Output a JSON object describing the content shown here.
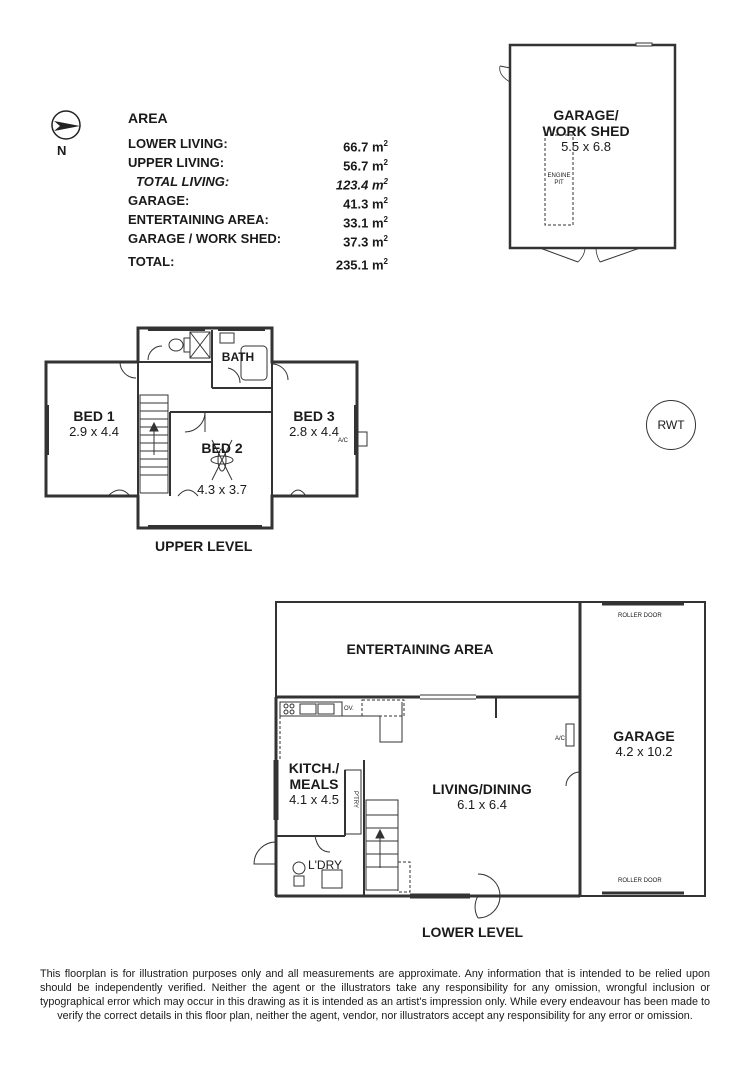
{
  "compass": {
    "letter": "N",
    "icon": "compass-arrow-icon"
  },
  "area": {
    "title": "AREA",
    "rows": [
      {
        "label": "LOWER LIVING:",
        "value": "66.7 m",
        "sup": "2",
        "style": "normal"
      },
      {
        "label": "UPPER LIVING:",
        "value": "56.7 m",
        "sup": "2",
        "style": "normal"
      },
      {
        "label": "TOTAL LIVING:",
        "value": "123.4 m",
        "sup": "2",
        "style": "italic"
      },
      {
        "label": "GARAGE:",
        "value": "41.3 m",
        "sup": "2",
        "style": "normal"
      },
      {
        "label": "ENTERTAINING AREA:",
        "value": "33.1 m",
        "sup": "2",
        "style": "normal"
      },
      {
        "label": "GARAGE / WORK SHED:",
        "value": "37.3 m",
        "sup": "2",
        "style": "normal"
      },
      {
        "label": "TOTAL:",
        "value": "235.1 m",
        "sup": "2",
        "style": "total"
      }
    ]
  },
  "shed": {
    "name1": "GARAGE/",
    "name2": "WORK SHED",
    "dims": "5.5 x 6.8",
    "pit1": "ENGINE",
    "pit2": "PIT"
  },
  "rwt": "RWT",
  "upper": {
    "title": "UPPER LEVEL",
    "bath": "BATH",
    "bed1": {
      "name": "BED 1",
      "dims": "2.9 x 4.4"
    },
    "bed2": {
      "name": "BED 2",
      "dims": "4.3 x 3.7"
    },
    "bed3": {
      "name": "BED 3",
      "dims": "2.8 x 4.4"
    },
    "ac": "A/C"
  },
  "lower": {
    "title": "LOWER LEVEL",
    "entertaining": "ENTERTAINING AREA",
    "kitchen": {
      "name1": "KITCH./",
      "name2": "MEALS",
      "dims": "4.1 x 4.5"
    },
    "living": {
      "name": "LIVING/DINING",
      "dims": "6.1 x 6.4"
    },
    "garage": {
      "name": "GARAGE",
      "dims": "4.2 x 10.2"
    },
    "laundry": "L'DRY",
    "oven": "OV.",
    "pantry": "P'TRY",
    "ac": "A/C",
    "roller_top": "ROLLER DOOR",
    "roller_bottom": "ROLLER DOOR"
  },
  "disclaimer": "This floorplan is for illustration purposes only and all measurements are approximate. Any information that is intended to be relied upon should be independently verified. Neither the agent or the illustrators take any responsibility for any omission, wrongful inclusion or typographical error which may occur in this drawing as it is intended as an artist's impression only. While every endeavour has been made to verify the correct details in this floor plan, neither the agent, vendor, nor illustrators accept any responsibility for any error or omission."
}
